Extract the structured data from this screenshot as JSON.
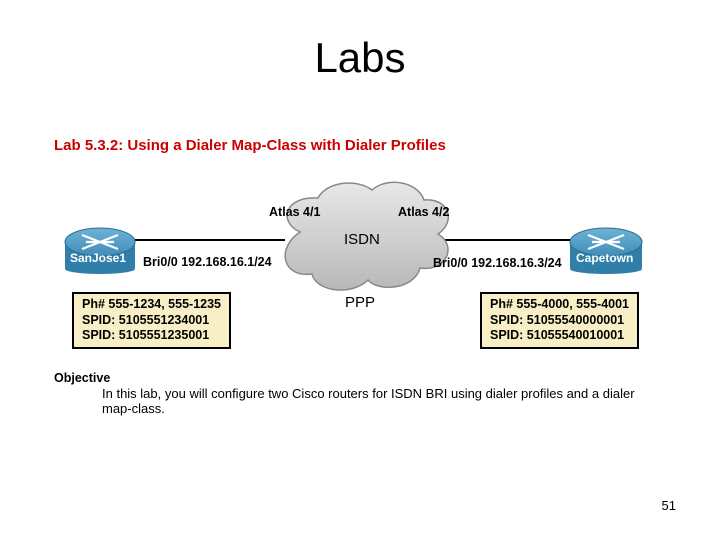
{
  "slide": {
    "title": "Labs",
    "page_number": "51"
  },
  "lab": {
    "title": "Lab 5.3.2: Using a Dialer Map-Class with Dialer Profiles"
  },
  "diagram": {
    "cloud": {
      "label_top": "ISDN",
      "label_bottom": "PPP"
    },
    "switches": {
      "left": "Atlas 4/1",
      "right": "Atlas 4/2"
    },
    "routers": {
      "left": {
        "name": "SanJose1",
        "interface": "Bri0/0 192.168.16.1/24",
        "info": [
          "Ph# 555-1234, 555-1235",
          "SPID: 5105551234001",
          "SPID: 5105551235001"
        ]
      },
      "right": {
        "name": "Capetown",
        "interface": "Bri0/0 192.168.16.3/24",
        "info": [
          "Ph# 555-4000, 555-4001",
          "SPID: 51055540000001",
          "SPID: 51055540010001"
        ]
      }
    },
    "colors": {
      "router": "#2f7fa8",
      "infobox": "#f8efc6",
      "lab_title": "#cc0000"
    }
  },
  "objective": {
    "heading": "Objective",
    "text": "In this lab, you will configure two Cisco routers for ISDN BRI using dialer profiles and a dialer map-class."
  }
}
